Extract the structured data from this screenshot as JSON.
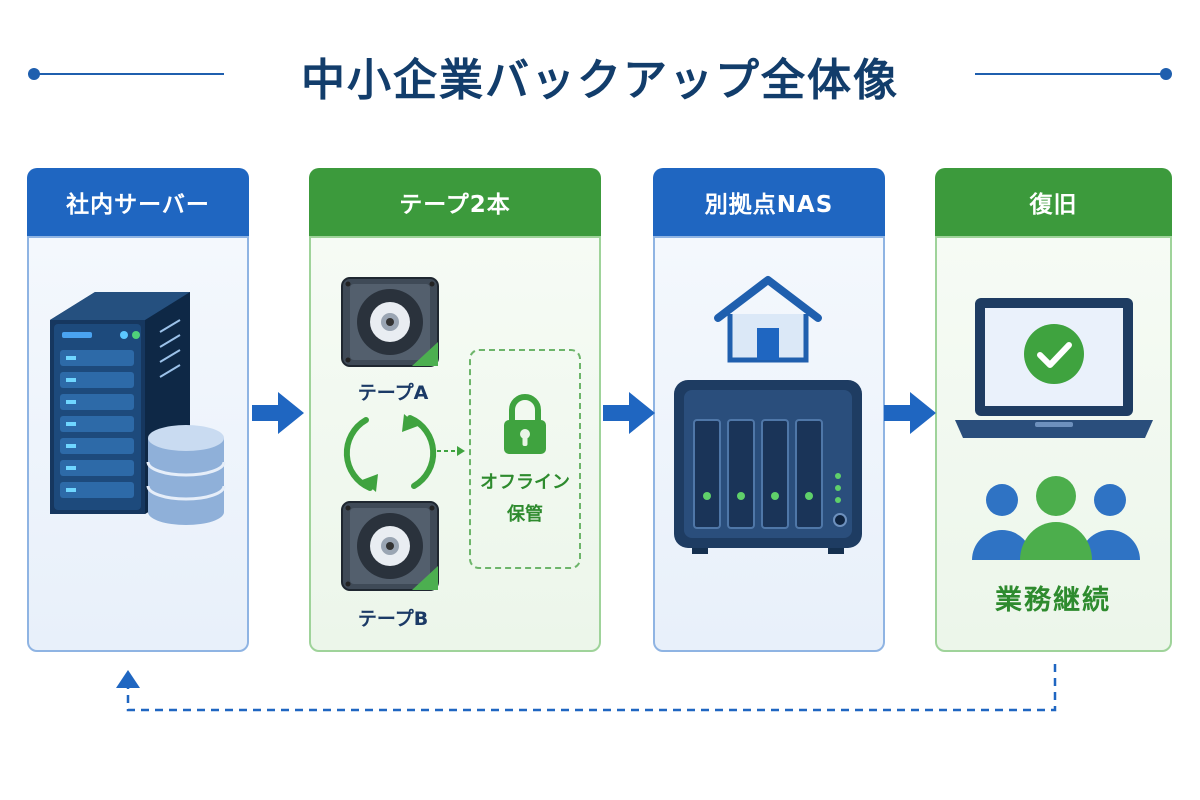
{
  "title": "中小企業バックアップ全体像",
  "panels": [
    {
      "id": "server",
      "header": "社内サーバー",
      "color": "blue"
    },
    {
      "id": "tapes",
      "header": "テープ2本",
      "color": "green",
      "tape_a_label": "テープA",
      "tape_b_label": "テープB",
      "offline_line1": "オフライン",
      "offline_line2": "保管"
    },
    {
      "id": "nas",
      "header": "別拠点NAS",
      "color": "blue"
    },
    {
      "id": "recovery",
      "header": "復旧",
      "color": "green",
      "continuity_label": "業務継続"
    }
  ],
  "colors": {
    "blue": "#1f66c1",
    "green": "#3c9a3c",
    "navy": "#123d6b"
  },
  "icons": [
    "server-tower-icon",
    "database-icon",
    "tape-cartridge-icon",
    "rotation-arrows-icon",
    "padlock-icon",
    "house-icon",
    "nas-device-icon",
    "laptop-icon",
    "check-icon",
    "people-icon"
  ]
}
